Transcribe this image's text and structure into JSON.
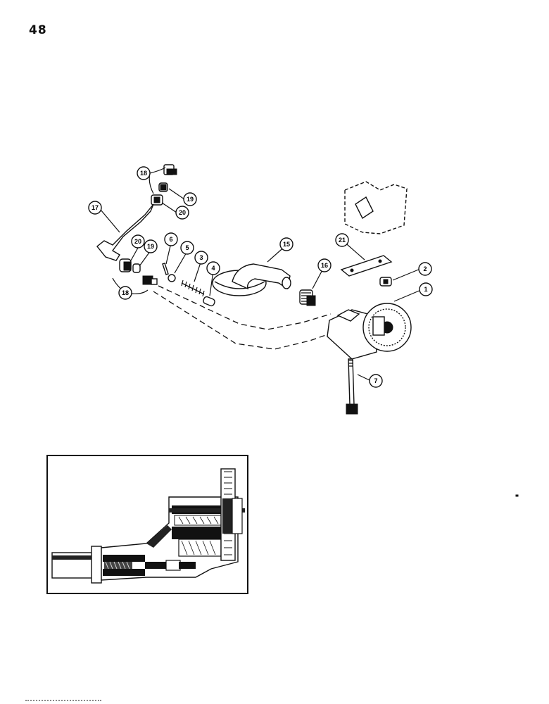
{
  "page": {
    "number": "48"
  },
  "callouts": [
    {
      "id": "c18a",
      "label": "18"
    },
    {
      "id": "c19a",
      "label": "19"
    },
    {
      "id": "c20a",
      "label": "20"
    },
    {
      "id": "c17",
      "label": "17"
    },
    {
      "id": "c20b",
      "label": "20"
    },
    {
      "id": "c19b",
      "label": "19"
    },
    {
      "id": "c6",
      "label": "6"
    },
    {
      "id": "c5",
      "label": "5"
    },
    {
      "id": "c3",
      "label": "3"
    },
    {
      "id": "c4",
      "label": "4"
    },
    {
      "id": "c15",
      "label": "15"
    },
    {
      "id": "c16",
      "label": "16"
    },
    {
      "id": "c21",
      "label": "21"
    },
    {
      "id": "c2",
      "label": "2"
    },
    {
      "id": "c1",
      "label": "1"
    },
    {
      "id": "c7",
      "label": "7"
    },
    {
      "id": "c18b",
      "label": "18"
    }
  ],
  "colors": {
    "ink": "#111111",
    "paper": "#ffffff"
  }
}
